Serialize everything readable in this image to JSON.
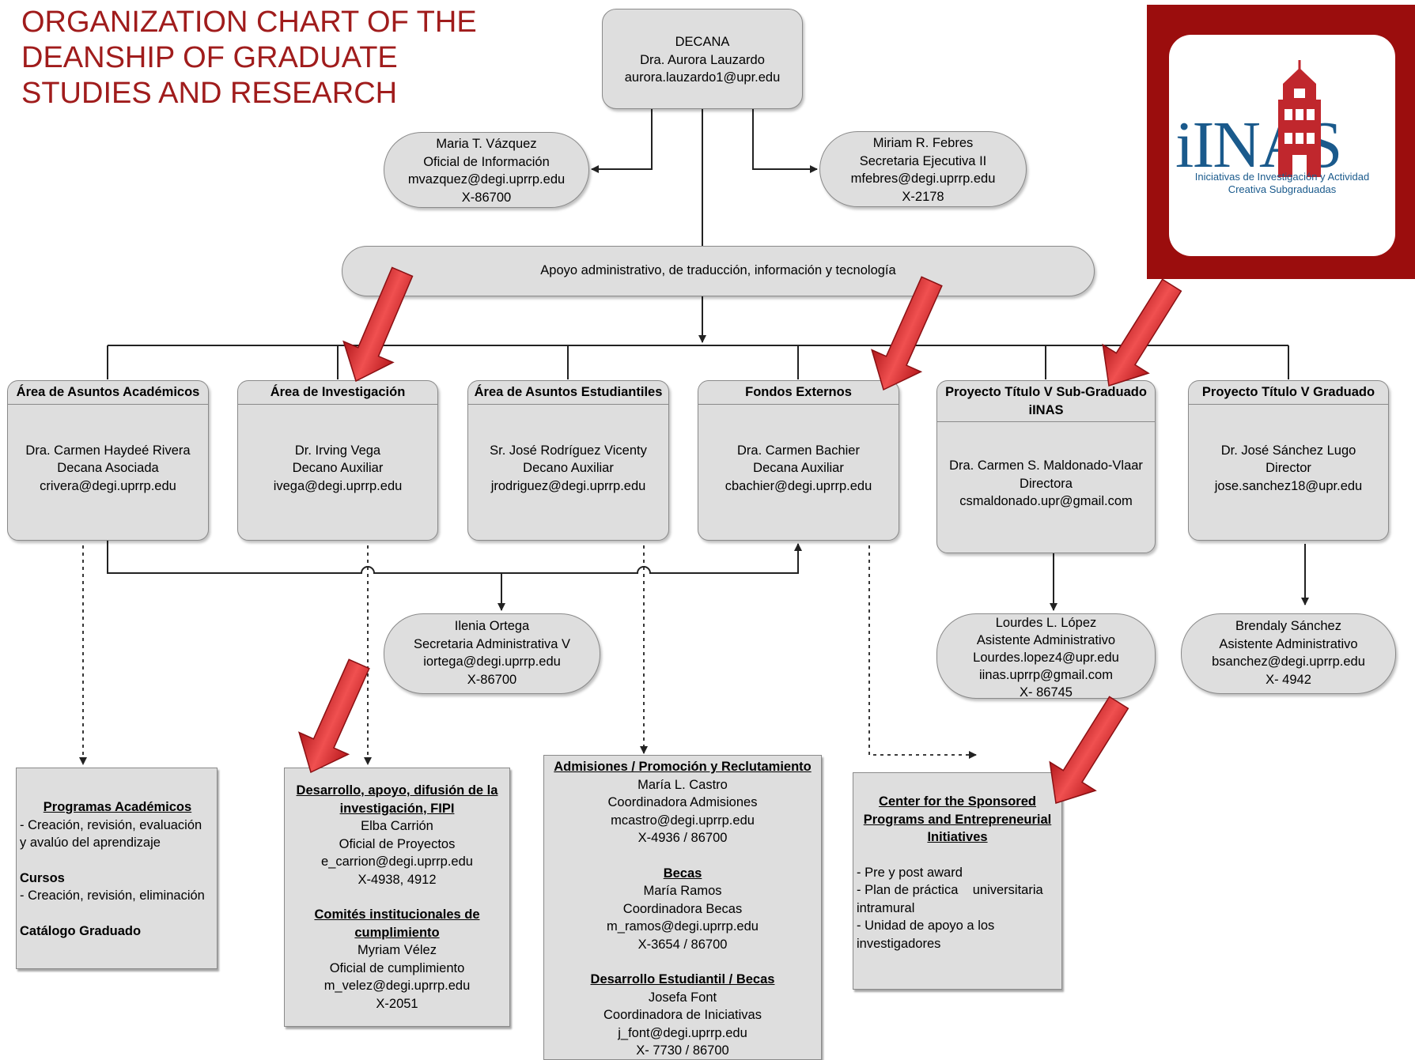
{
  "title": "ORGANIZATION CHART OF THE DEANSHIP OF GRADUATE STUDIES AND RESEARCH",
  "logo": {
    "word": "iINAS",
    "subtitle": "Iniciativas de Investigación y Actividad Creativa Subgraduadas"
  },
  "dean": {
    "role": "DECANA",
    "name": "Dra. Aurora Lauzardo",
    "email": "aurora.lauzardo1@upr.edu"
  },
  "info_officer": {
    "name": "Maria T. Vázquez",
    "role": "Oficial de Información",
    "email": "mvazquez@degi.uprrp.edu",
    "ext": "X-86700"
  },
  "exec_secretary": {
    "name": "Miriam R. Febres",
    "role": "Secretaria Ejecutiva II",
    "email": "mfebres@degi.uprrp.edu",
    "ext": "X-2178"
  },
  "support_bar": "Apoyo administrativo, de traducción, información y tecnología",
  "areas": [
    {
      "head": "Área de Asuntos Académicos",
      "name": "Dra. Carmen Haydeé Rivera",
      "role": "Decana Asociada",
      "email": "crivera@degi.uprrp.edu"
    },
    {
      "head": "Área de Investigación",
      "name": "Dr. Irving Vega",
      "role": "Decano Auxiliar",
      "email": "ivega@degi.uprrp.edu"
    },
    {
      "head": "Área de Asuntos Estudiantiles",
      "name": "Sr. José Rodríguez Vicenty",
      "role": "Decano Auxiliar",
      "email": "jrodriguez@degi.uprrp.edu"
    },
    {
      "head": "Fondos Externos",
      "name": "Dra. Carmen Bachier",
      "role": "Decana Auxiliar",
      "email": "cbachier@degi.uprrp.edu"
    },
    {
      "head": "Proyecto Título V Sub-Graduado",
      "head2": "iINAS",
      "name": "Dra. Carmen S. Maldonado-Vlaar",
      "role": "Directora",
      "email": "csmaldonado.upr@gmail.com"
    },
    {
      "head": "Proyecto Título V Graduado",
      "name": "Dr. José Sánchez Lugo",
      "role": "Director",
      "email": "jose.sanchez18@upr.edu"
    }
  ],
  "admin_secretary": {
    "name": "Ilenia Ortega",
    "role": "Secretaria Administrativa V",
    "email": "iortega@degi.uprrp.edu",
    "ext": "X-86700"
  },
  "assistant_iinas": {
    "name": "Lourdes L. López",
    "role": "Asistente Administrativo",
    "email": "Lourdes.lopez4@upr.edu",
    "email2": "iinas.uprrp@gmail.com",
    "ext": "X- 86745"
  },
  "assistant_grad": {
    "name": "Brendaly Sánchez",
    "role": "Asistente Administrativo",
    "email": "bsanchez@degi.uprrp.edu",
    "ext": "X- 4942"
  },
  "programs": {
    "h1": "Programas Académicos",
    "l1": "- Creación, revisión, evaluación",
    "l2": "y avalúo del aprendizaje",
    "h2": "Cursos",
    "l3": "- Creación, revisión, eliminación",
    "h3": "Catálogo Graduado"
  },
  "research": {
    "h1a": "Desarrollo, apoyo, difusión de la",
    "h1b": "investigación, FIPI",
    "p1": "Elba Carrión",
    "r1": "Oficial de Proyectos",
    "e1": "e_carrion@degi.uprrp.edu",
    "x1": "X-4938, 4912",
    "h2a": "Comités institucionales de",
    "h2b": "cumplimiento",
    "p2": "Myriam Vélez",
    "r2": "Oficial de cumplimiento",
    "e2": "m_velez@degi.uprrp.edu",
    "x2": "X-2051"
  },
  "students": {
    "h1": "Admisiones / Promoción  y Reclutamiento",
    "p1": "María L. Castro",
    "r1": "Coordinadora Admisiones",
    "e1": "mcastro@degi.uprrp.edu",
    "x1": "X-4936 / 86700",
    "h2": "Becas",
    "p2": "María Ramos",
    "r2": "Coordinadora Becas",
    "e2": "m_ramos@degi.uprrp.edu",
    "x2": "X-3654 / 86700",
    "h3": "Desarrollo Estudiantil / Becas",
    "p3": "Josefa Font",
    "r3": "Coordinadora de Iniciativas",
    "e3": "j_font@degi.uprrp.edu",
    "x3": "X- 7730 / 86700"
  },
  "sponsored": {
    "h1a": "Center for the Sponsored",
    "h1b": "Programs and Entrepreneurial",
    "h1c": "Initiatives",
    "l1": "- Pre y post award",
    "l2": "- Plan de práctica    universitaria",
    "l3": "intramural",
    "l4": "- Unidad de apoyo a los",
    "l5": "investigadores"
  }
}
